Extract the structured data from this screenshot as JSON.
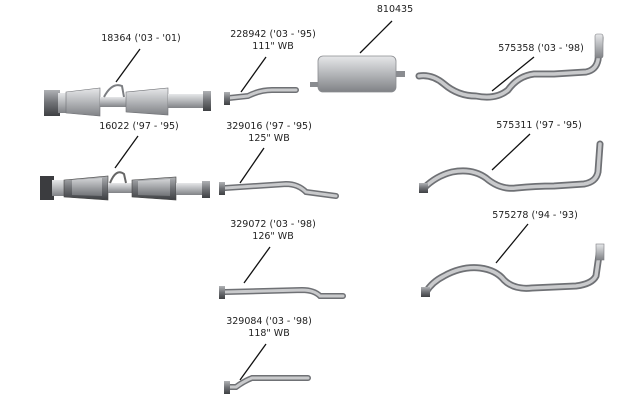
{
  "parts": [
    {
      "id": "cat-18364",
      "part_no": "18364",
      "years": "('03 - '01)",
      "wheelbase": ""
    },
    {
      "id": "cat-16022",
      "part_no": "16022",
      "years": "('97 - '95)",
      "wheelbase": ""
    },
    {
      "id": "pipe-228942",
      "part_no": "228942",
      "years": "('03 - '95)",
      "wheelbase": "111\" WB"
    },
    {
      "id": "pipe-329016",
      "part_no": "329016",
      "years": "('97 - '95)",
      "wheelbase": "125\" WB"
    },
    {
      "id": "pipe-329072",
      "part_no": "329072",
      "years": "('03 - '98)",
      "wheelbase": "126\" WB"
    },
    {
      "id": "pipe-329084",
      "part_no": "329084",
      "years": "('03 - '98)",
      "wheelbase": "118\" WB"
    },
    {
      "id": "muffler-810435",
      "part_no": "810435",
      "years": "",
      "wheelbase": ""
    },
    {
      "id": "tail-575358",
      "part_no": "575358",
      "years": "('03 - '98)",
      "wheelbase": ""
    },
    {
      "id": "tail-575311",
      "part_no": "575311",
      "years": "('97 - '95)",
      "wheelbase": ""
    },
    {
      "id": "tail-575278",
      "part_no": "575278",
      "years": "('94 - '93)",
      "wheelbase": ""
    }
  ],
  "colors": {
    "metal_light": "#c9cacc",
    "metal_dark": "#7c7e82",
    "leader": "#111111",
    "text": "#222222"
  }
}
